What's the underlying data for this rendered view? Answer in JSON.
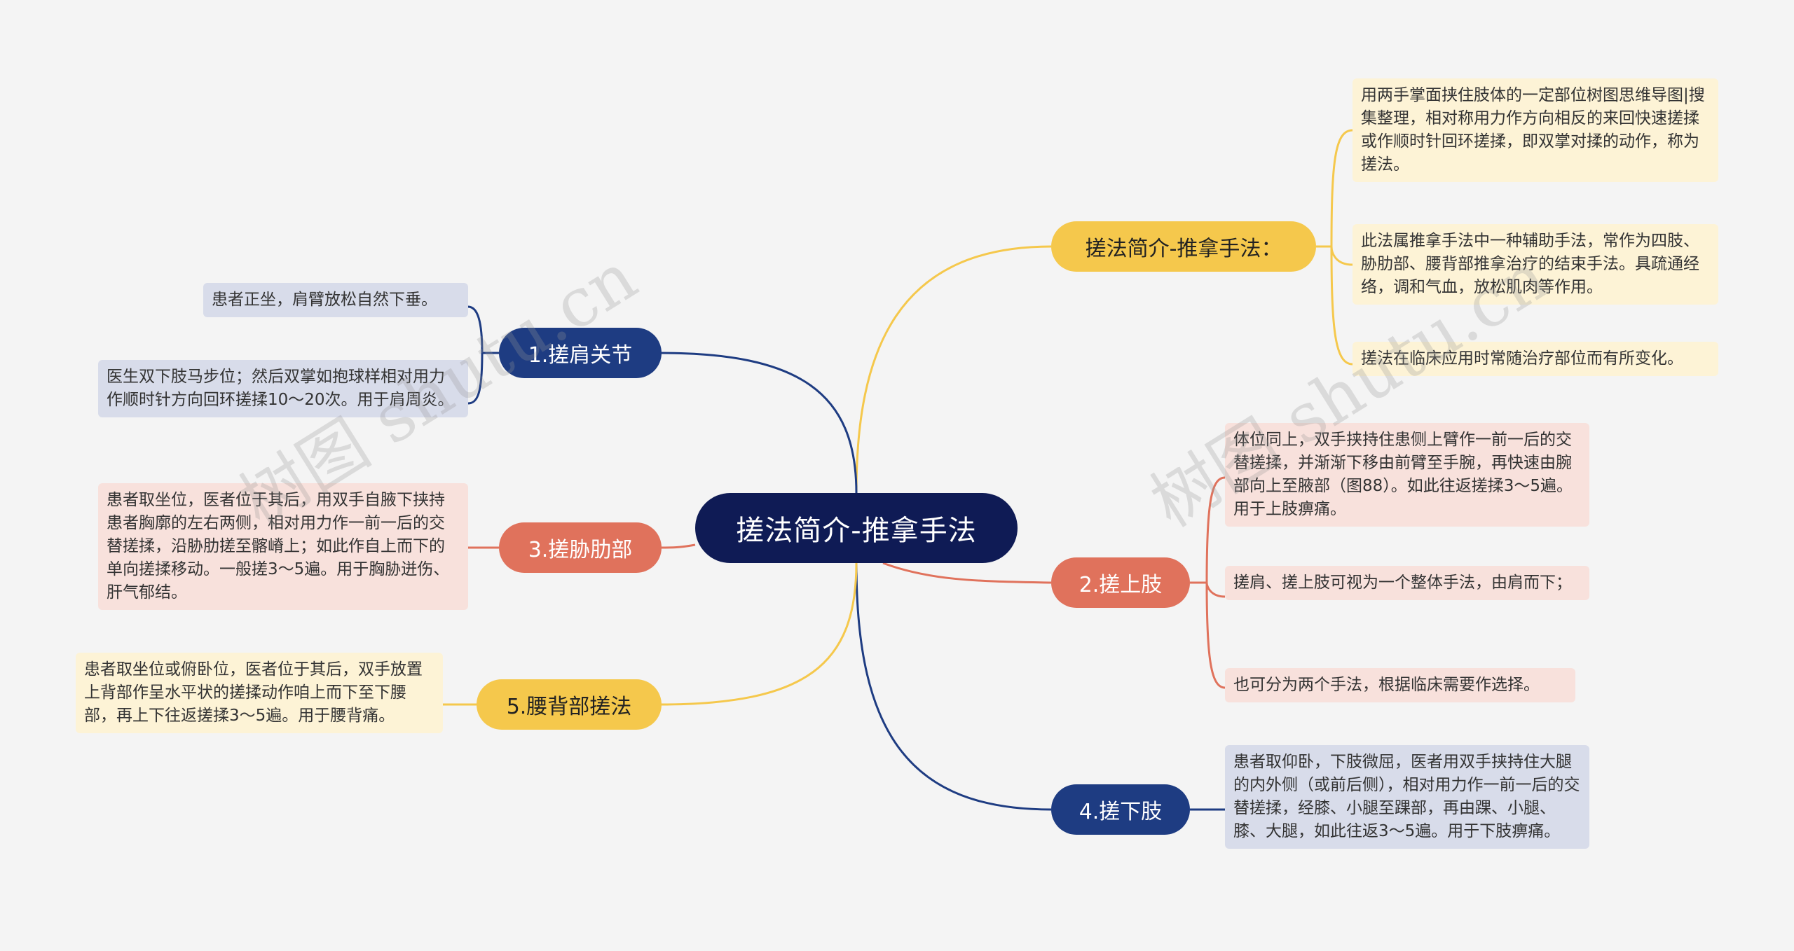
{
  "center": {
    "title": "搓法简介-推拿手法"
  },
  "topics": {
    "intro": "搓法简介-推拿手法：",
    "shoulder": "1.搓肩关节",
    "upper_limb": "2.搓上肢",
    "ribs": "3.搓胁肋部",
    "lower_limb": "4.搓下肢",
    "back": "5.腰背部搓法"
  },
  "leaves": {
    "intro_1": "用两手掌面挟住肢体的一定部位树图思维导图|搜集整理，相对称用力作方向相反的来回快速搓揉或作顺时针回环搓揉，即双掌对揉的动作，称为搓法。",
    "intro_2": "此法属推拿手法中一种辅助手法，常作为四肢、胁肋部、腰背部推拿治疗的结束手法。具疏通经络，调和气血，放松肌肉等作用。",
    "intro_3": "搓法在临床应用时常随治疗部位而有所变化。",
    "shoulder_1": "患者正坐，肩臂放松自然下垂。",
    "shoulder_2": "医生双下肢马步位；然后双掌如抱球样相对用力作顺时针方向回环搓揉10～20次。用于肩周炎。",
    "upper_1": "体位同上，双手挟持住患侧上臂作一前一后的交替搓揉，并渐渐下移由前臂至手腕，再快速由腕部向上至腋部（图88）。如此往返搓揉3～5遍。用于上肢痹痛。",
    "upper_2": "搓肩、搓上肢可视为一个整体手法，由肩而下；",
    "upper_3": "也可分为两个手法，根据临床需要作选择。",
    "ribs_1": "患者取坐位，医者位于其后，用双手自腋下挟持患者胸廓的左右两侧，相对用力作一前一后的交替搓揉，沿胁肋搓至髂嵴上；如此作自上而下的单向搓揉移动。一般搓3～5遍。用于胸胁迸伤、肝气郁结。",
    "lower_1": "患者取仰卧，下肢微屈，医者用双手挟持住大腿的内外侧（或前后侧），相对用力作一前一后的交替搓揉，经膝、小腿至踝部，再由踝、小腿、膝、大腿，如此往返3～5遍。用于下肢痹痛。",
    "back_1": "患者取坐位或俯卧位，医者位于其后，双手放置上背部作呈水平状的搓揉动作咱上而下至下腰部，再上下往返搓揉3～5遍。用于腰背痛。"
  },
  "watermarks": [
    "树图 shutu.cn",
    "树图 shutu.cn"
  ],
  "colors": {
    "navy": "#1e3c82",
    "center": "#0f1b55",
    "red": "#e0725c",
    "yellow": "#f5c84c",
    "leaf_blue": "#d8dcea",
    "leaf_pink": "#f8e1dc",
    "leaf_cream": "#fdf3d6"
  }
}
